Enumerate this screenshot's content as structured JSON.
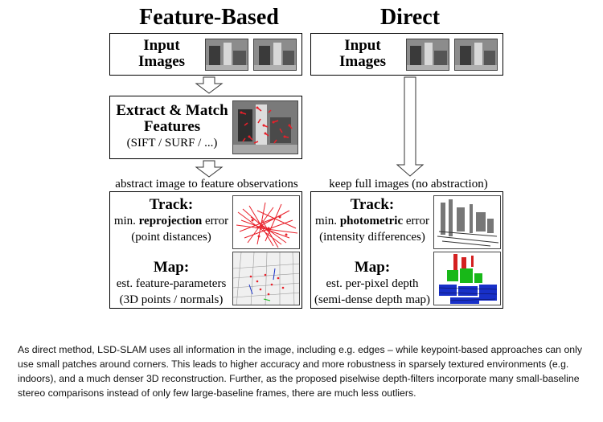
{
  "left": {
    "title": "Feature-Based",
    "input": {
      "line1": "Input",
      "line2": "Images"
    },
    "extract": {
      "line1": "Extract & Match",
      "line2": "Features",
      "sub": "(SIFT / SURF / ...)"
    },
    "abstract_label": "abstract image to feature observations",
    "track": {
      "title": "Track:",
      "pre": "min. ",
      "bold": "reprojection",
      "post": " error",
      "sub": "(point distances)"
    },
    "map": {
      "title": "Map:",
      "line1": "est. feature-parameters",
      "line2": "(3D points / normals)"
    }
  },
  "right": {
    "title": "Direct",
    "input": {
      "line1": "Input",
      "line2": "Images"
    },
    "keep_label": "keep full images (no abstraction)",
    "track": {
      "title": "Track:",
      "pre": "min. ",
      "bold": "photometric",
      "post": " error",
      "sub": "(intensity differences)"
    },
    "map": {
      "title": "Map:",
      "line1": "est. per-pixel depth",
      "line2": "(semi-dense depth map)"
    }
  },
  "caption": "As direct method, LSD-SLAM uses all information in the image, including e.g. edges – while keypoint-based approaches can only use small patches around corners. This leads to higher accuracy and more robustness in sparsely textured environments (e.g. indoors), and a much denser 3D reconstruction. Further, as the proposed piselwise depth-filters incorporate many small-baseline stereo comparisons instead of only few large-baseline frames, there are much less outliers.",
  "colors": {
    "feature": "#e8202a",
    "depth_red": "#d42020",
    "depth_green": "#18b818",
    "depth_blue": "#1830c8"
  }
}
